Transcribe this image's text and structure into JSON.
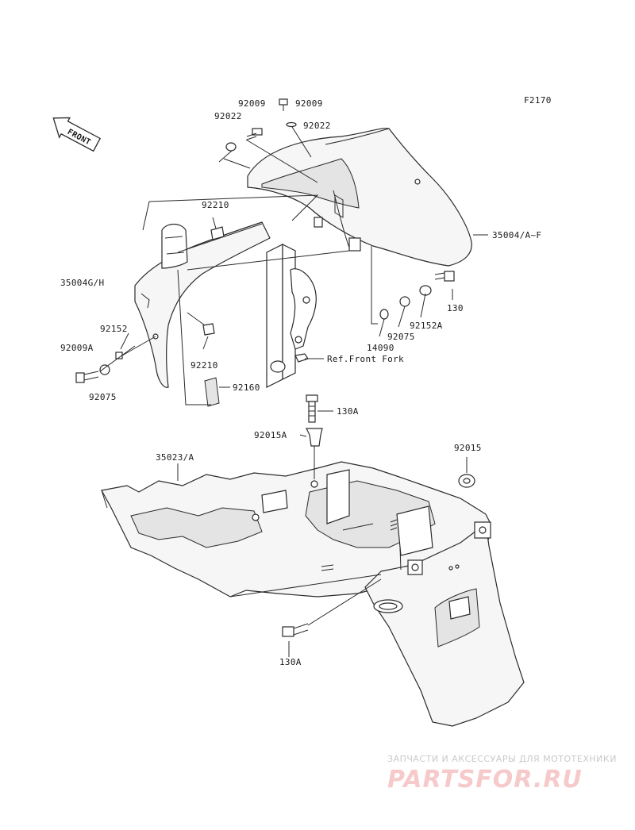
{
  "figure_code": "F2170",
  "front_arrow": "FRONT",
  "labels": {
    "l_92009_a": "92009",
    "l_92009_b": "92009",
    "l_92022_a": "92022",
    "l_92022_b": "92022",
    "l_35004af": "35004/A~F",
    "l_92210_a": "92210",
    "l_35004gh": "35004G/H",
    "l_130_a": "130",
    "l_92152a": "92152A",
    "l_92075_a": "92075",
    "l_14090": "14090",
    "l_92152": "92152",
    "l_92009a": "92009A",
    "l_ref_fork": "Ref.Front Fork",
    "l_92210_b": "92210",
    "l_92075_b": "92075",
    "l_92160": "92160",
    "l_130a_top": "130A",
    "l_92015a": "92015A",
    "l_92015": "92015",
    "l_35023a": "35023/A",
    "l_130a_bottom": "130A"
  },
  "watermark": {
    "line1": "ЗАПЧАСТИ И АКСЕССУАРЫ ДЛЯ МОТОТЕХНИКИ",
    "line2": "PARTSFOR.RU"
  }
}
